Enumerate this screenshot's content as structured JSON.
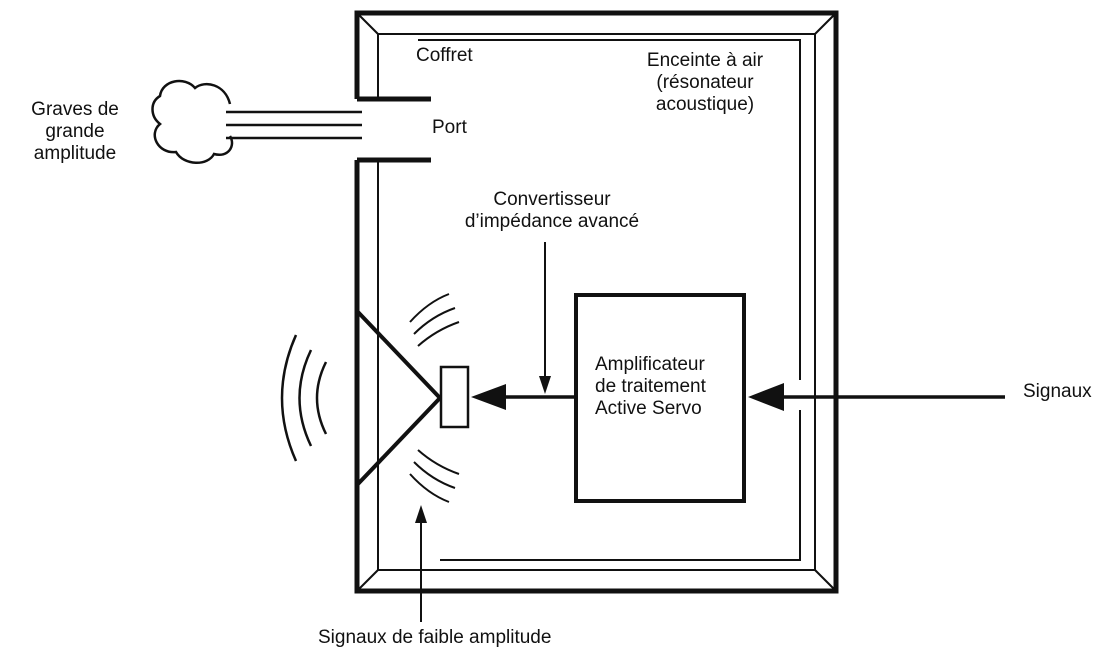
{
  "labels": {
    "coffret": "Coffret",
    "enceinte_lines": [
      "Enceinte à air",
      "(résonateur",
      "acoustique)"
    ],
    "graves_lines": [
      "Graves de",
      "grande",
      "amplitude"
    ],
    "port": "Port",
    "convertisseur_lines": [
      "Convertisseur",
      "d’impédance avancé"
    ],
    "amplificateur_lines": [
      "Amplificateur",
      "de traitement",
      "Active Servo"
    ],
    "signaux": "Signaux",
    "faible": "Signaux de faible amplitude"
  },
  "colors": {
    "ink": "#111111",
    "background": "#ffffff"
  }
}
